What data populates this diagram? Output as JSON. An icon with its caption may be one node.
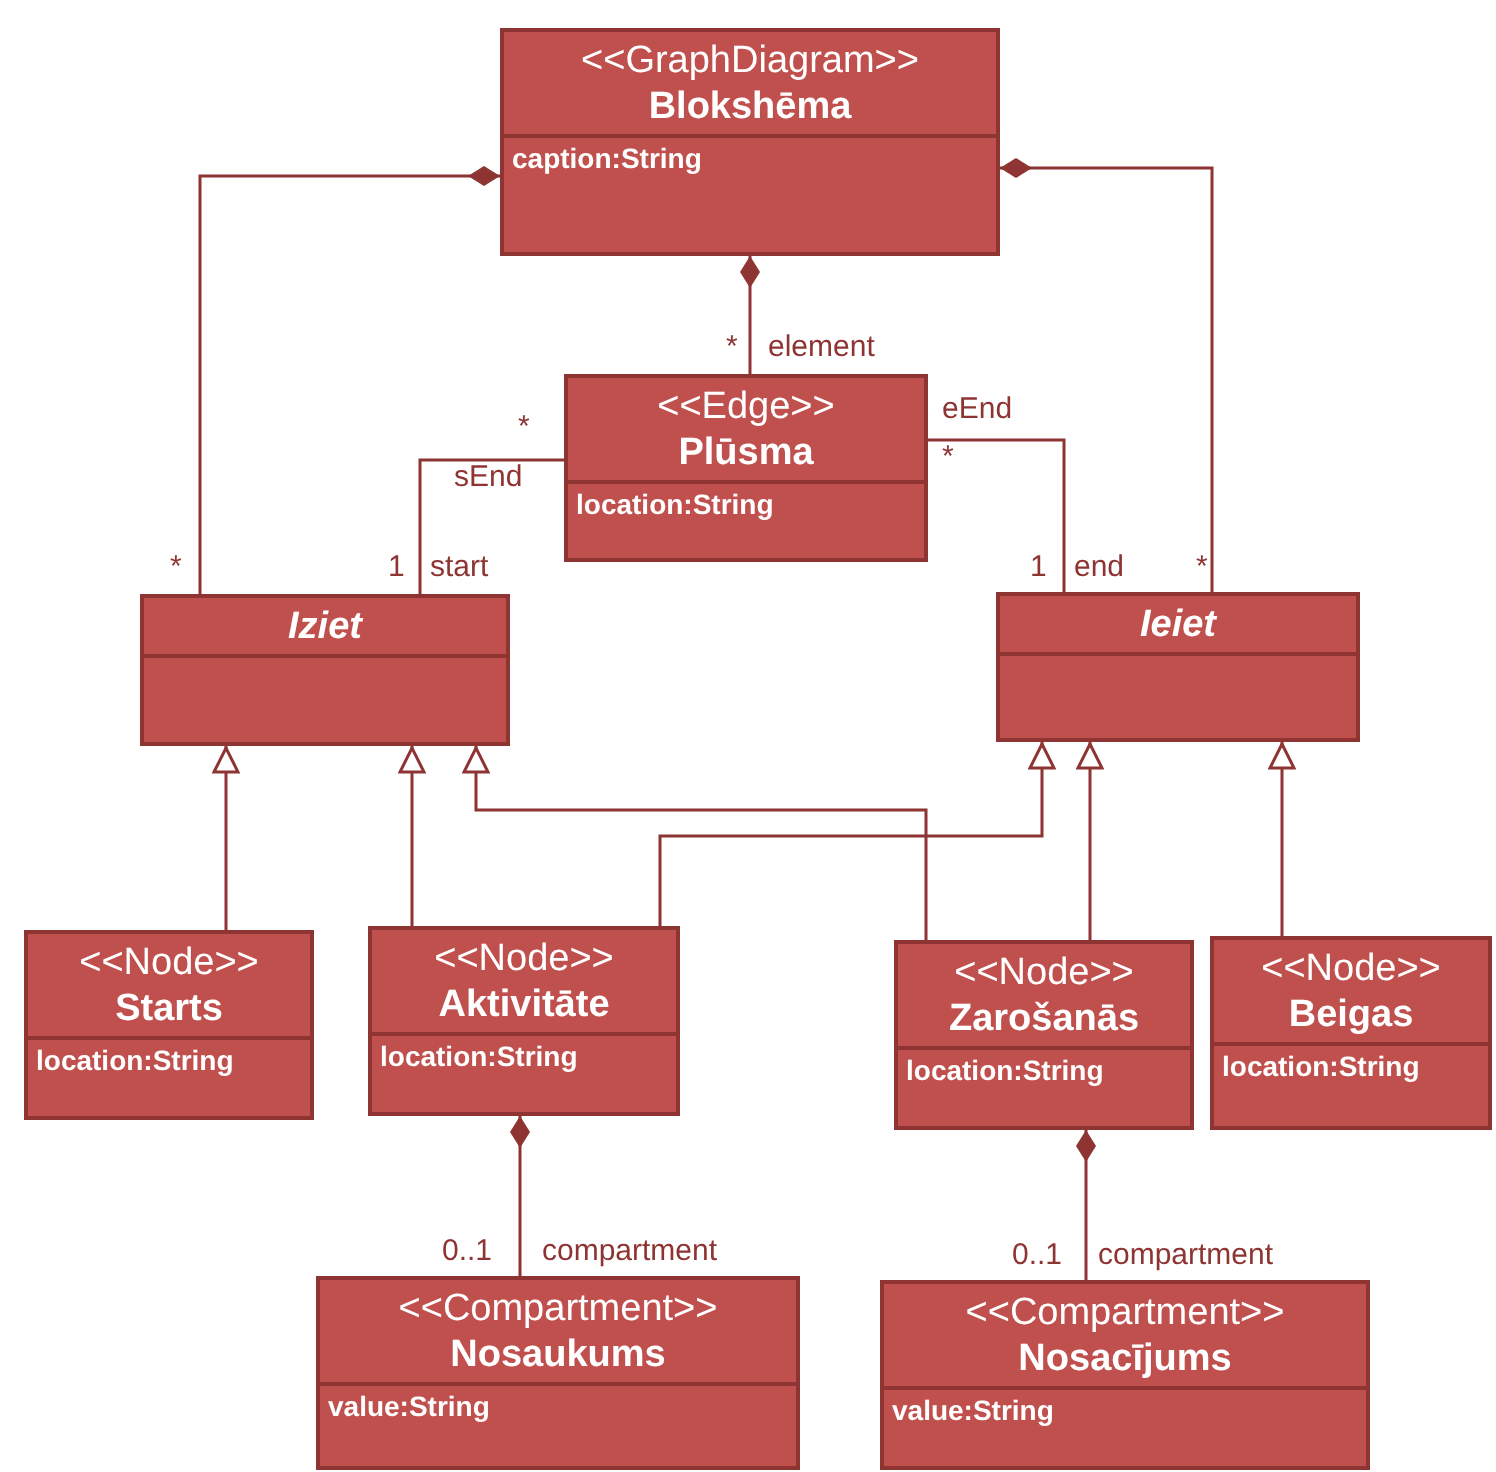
{
  "diagram": {
    "nodes": [
      {
        "text": [
          "<<GraphDiagram>>",
          "Blokshēma",
          "caption:String"
        ]
      },
      {
        "text": [
          "<<Edge>>",
          "Plūsma",
          "location:String"
        ]
      },
      {
        "text": [
          "Iziet"
        ]
      },
      {
        "text": [
          "Ieiet"
        ]
      },
      {
        "text": [
          "<<Node>>",
          "Starts",
          "location:String"
        ]
      },
      {
        "text": [
          "<<Node>>",
          "Aktivitāte",
          "location:String"
        ]
      },
      {
        "text": [
          "<<Node>>",
          "Zarošanās",
          "location:String"
        ]
      },
      {
        "text": [
          "<<Node>>",
          "Beigas",
          "location:String"
        ]
      },
      {
        "text": [
          "<<Compartment>>",
          "Nosaukums",
          "value:String"
        ]
      },
      {
        "text": [
          "<<Compartment>>",
          "Nosacījums",
          "value:String"
        ]
      }
    ],
    "edges": [
      {
        "from": 0,
        "to": 2,
        "arrow": "other"
      },
      {
        "from": 0,
        "to": 1,
        "arrow": "other",
        "label": "element"
      },
      {
        "from": 0,
        "to": 3,
        "arrow": "other"
      },
      {
        "from": 1,
        "to": 2,
        "arrow": "none",
        "label": "sEnd"
      },
      {
        "from": 1,
        "to": 3,
        "arrow": "none",
        "label": "eEnd"
      },
      {
        "from": 4,
        "to": 2,
        "arrow": "to"
      },
      {
        "from": 5,
        "to": 2,
        "arrow": "to"
      },
      {
        "from": 6,
        "to": 2,
        "arrow": "to"
      },
      {
        "from": 5,
        "to": 3,
        "arrow": "to"
      },
      {
        "from": 6,
        "to": 3,
        "arrow": "to"
      },
      {
        "from": 7,
        "to": 3,
        "arrow": "to"
      },
      {
        "from": 5,
        "to": 8,
        "arrow": "other",
        "label": "compartment"
      },
      {
        "from": 6,
        "to": 9,
        "arrow": "other",
        "label": "compartment"
      }
    ],
    "labels": [
      "*",
      "*",
      "*",
      "*",
      "1",
      "start",
      "1",
      "end",
      "*",
      "0..1",
      "0..1"
    ]
  }
}
